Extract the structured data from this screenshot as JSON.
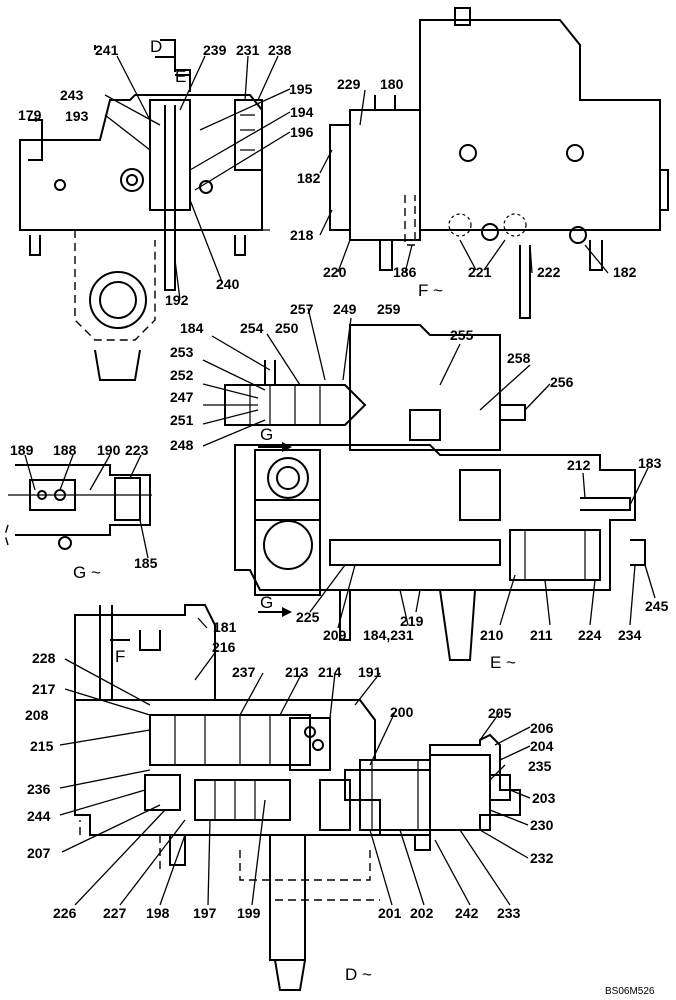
{
  "drawing_code": "BS06M526",
  "section_labels": [
    "D",
    "E",
    "F ~",
    "G",
    "G ~",
    "E ~",
    "F",
    "G",
    "D ~"
  ],
  "part_numbers": [
    "241",
    "239",
    "231",
    "238",
    "243",
    "195",
    "193",
    "194",
    "179",
    "196",
    "229",
    "180",
    "182",
    "218",
    "220",
    "186",
    "221",
    "222",
    "182",
    "240",
    "192",
    "184",
    "254",
    "250",
    "257",
    "249",
    "259",
    "253",
    "255",
    "258",
    "252",
    "256",
    "247",
    "251",
    "248",
    "189",
    "188",
    "190",
    "223",
    "185",
    "212",
    "183",
    "225",
    "209",
    "219",
    "184,231",
    "210",
    "211",
    "224",
    "234",
    "245",
    "181",
    "216",
    "228",
    "237",
    "213",
    "214",
    "191",
    "217",
    "208",
    "200",
    "205",
    "206",
    "215",
    "204",
    "235",
    "236",
    "203",
    "244",
    "230",
    "207",
    "232",
    "226",
    "227",
    "198",
    "197",
    "199",
    "201",
    "202",
    "242",
    "233"
  ]
}
